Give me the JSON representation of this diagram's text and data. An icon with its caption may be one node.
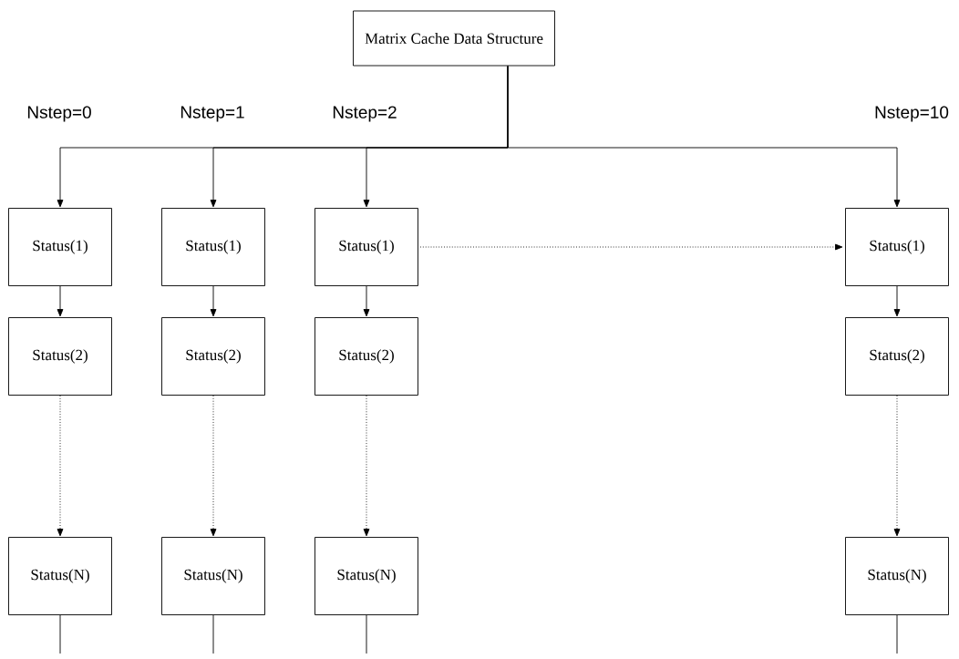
{
  "diagram": {
    "nodes": [
      {
        "text": [
          "Matrix Cache Data Structure"
        ]
      },
      {
        "text": [
          "Status(1)"
        ]
      },
      {
        "text": [
          "Status(1)"
        ]
      },
      {
        "text": [
          "Status(1)"
        ]
      },
      {
        "text": [
          "Status(1)"
        ]
      },
      {
        "text": [
          "Status(2)"
        ]
      },
      {
        "text": [
          "Status(2)"
        ]
      },
      {
        "text": [
          "Status(2)"
        ]
      },
      {
        "text": [
          "Status(2)"
        ]
      },
      {
        "text": [
          "Status(N)"
        ]
      },
      {
        "text": [
          "Status(N)"
        ]
      },
      {
        "text": [
          "Status(N)"
        ]
      },
      {
        "text": [
          "Status(N)"
        ]
      }
    ],
    "edges": [
      {
        "from": 0,
        "to": 1,
        "arrow": "to"
      },
      {
        "from": 0,
        "to": 2,
        "arrow": "to"
      },
      {
        "from": 0,
        "to": 3,
        "arrow": "to"
      },
      {
        "from": 0,
        "to": 4,
        "arrow": "to"
      },
      {
        "from": 3,
        "to": 4,
        "arrow": "to",
        "style": "dashed"
      },
      {
        "from": 1,
        "to": 5,
        "arrow": "to"
      },
      {
        "from": 2,
        "to": 6,
        "arrow": "to"
      },
      {
        "from": 3,
        "to": 7,
        "arrow": "to"
      },
      {
        "from": 4,
        "to": 8,
        "arrow": "to"
      },
      {
        "from": 5,
        "to": 9,
        "arrow": "to",
        "style": "dashed"
      },
      {
        "from": 6,
        "to": 10,
        "arrow": "to",
        "style": "dashed"
      },
      {
        "from": 7,
        "to": 11,
        "arrow": "to",
        "style": "dashed"
      },
      {
        "from": 8,
        "to": 12,
        "arrow": "to",
        "style": "dashed"
      },
      {
        "from": 9,
        "to": null,
        "arrow": "none"
      },
      {
        "from": 10,
        "to": null,
        "arrow": "none"
      },
      {
        "from": 11,
        "to": null,
        "arrow": "none"
      },
      {
        "from": 12,
        "to": null,
        "arrow": "none"
      }
    ],
    "labels": [
      "Nstep=0",
      "Nstep=1",
      "Nstep=2",
      "Nstep=10"
    ]
  }
}
